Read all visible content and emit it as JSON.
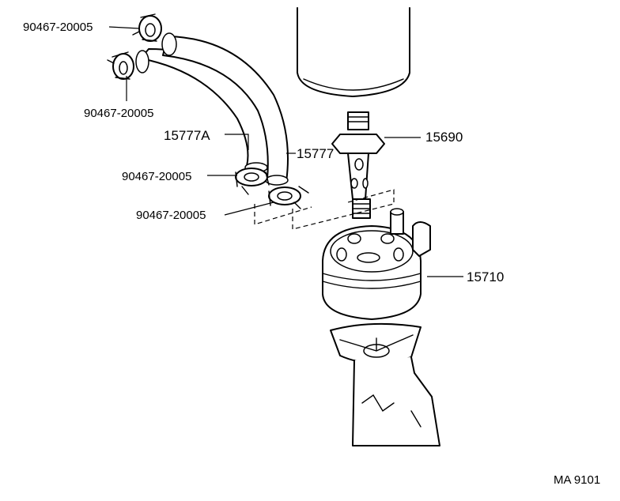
{
  "labels": {
    "clamp_top": "90467-20005",
    "clamp_upper_left": "90467-20005",
    "hose_a": "15777A",
    "hose": "15777",
    "clamp_mid": "90467-20005",
    "clamp_low": "90467-20005",
    "union_bolt": "15690",
    "oil_cooler": "15710",
    "catalog_code": "MA 9101"
  }
}
